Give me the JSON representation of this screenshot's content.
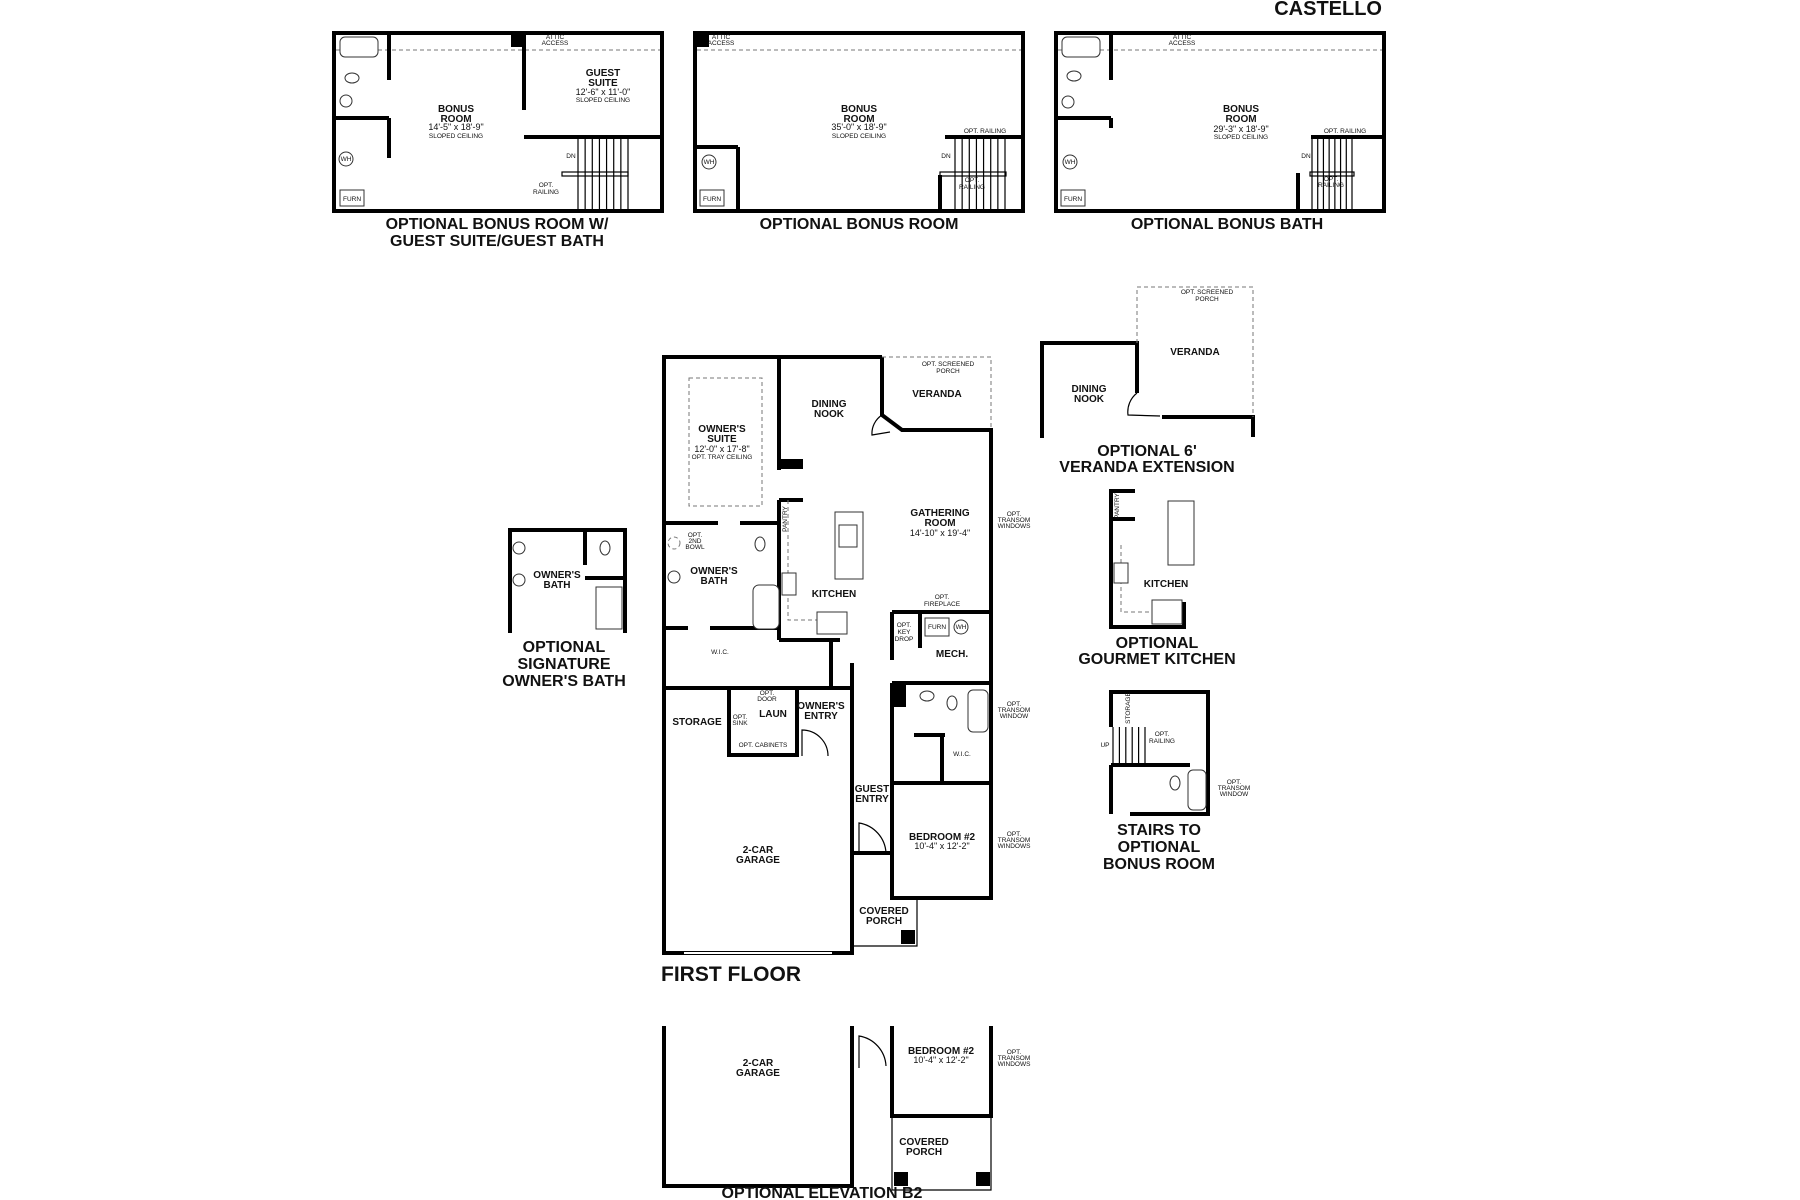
{
  "title": "CASTELLO",
  "bonus_guest": {
    "caption": [
      "OPTIONAL BONUS ROOM W/",
      "GUEST SUITE/GUEST BATH"
    ],
    "bonus": [
      "BONUS",
      "ROOM"
    ],
    "bonus_dims": "14'-5\" x 18'-9\"",
    "bonus_note": "SLOPED CEILING",
    "guest": [
      "GUEST",
      "SUITE"
    ],
    "guest_dims": "12'-6\" x 11'-0\"",
    "guest_note": "SLOPED CEILING",
    "attic": [
      "ATTIC",
      "ACCESS"
    ],
    "dn": "DN",
    "railing": [
      "OPT.",
      "RAILING"
    ],
    "wh": "WH",
    "furn": "FURN"
  },
  "bonus_room": {
    "caption": "OPTIONAL BONUS ROOM",
    "bonus": [
      "BONUS",
      "ROOM"
    ],
    "bonus_dims": "35'-0\" x 18'-9\"",
    "bonus_note": "SLOPED CEILING",
    "attic": [
      "ATTIC",
      "ACCESS"
    ],
    "railing_top": "OPT. RAILING",
    "dn": "DN",
    "railing": [
      "OPT.",
      "RAILING"
    ],
    "wh": "WH",
    "furn": "FURN"
  },
  "bonus_bath": {
    "caption": "OPTIONAL BONUS BATH",
    "bonus": [
      "BONUS",
      "ROOM"
    ],
    "bonus_dims": "29'-3\" x 18'-9\"",
    "bonus_note": "SLOPED CEILING",
    "attic": [
      "ATTIC",
      "ACCESS"
    ],
    "railing_top": "OPT. RAILING",
    "dn": "DN",
    "railing": [
      "OPT.",
      "RAILING"
    ],
    "wh": "WH",
    "furn": "FURN"
  },
  "first_floor": {
    "label": "FIRST FLOOR",
    "owners_suite": [
      "OWNER'S",
      "SUITE"
    ],
    "owners_suite_dims": "12'-0\" x 17'-8\"",
    "owners_suite_note": "OPT. TRAY CEILING",
    "dining": [
      "DINING",
      "NOOK"
    ],
    "veranda": "VERANDA",
    "screened": [
      "OPT. SCREENED",
      "PORCH"
    ],
    "gathering": [
      "GATHERING",
      "ROOM"
    ],
    "gathering_dims": "14'-10\" x 19'-4\"",
    "transom_windows": [
      "OPT.",
      "TRANSOM",
      "WINDOWS"
    ],
    "pantry": "PANTRY",
    "second_bowl": [
      "OPT.",
      "2ND",
      "BOWL"
    ],
    "owners_bath": [
      "OWNER'S",
      "BATH"
    ],
    "kitchen": "KITCHEN",
    "fireplace": [
      "OPT.",
      "FIREPLACE"
    ],
    "key_drop": [
      "OPT.",
      "KEY",
      "DROP"
    ],
    "furn": "FURN",
    "wh": "WH",
    "mech": "MECH.",
    "wic": "W.I.C.",
    "opt_door": [
      "OPT.",
      "DOOR"
    ],
    "laun": "LAUN",
    "owners_entry": [
      "OWNER'S",
      "ENTRY"
    ],
    "storage": "STORAGE",
    "opt_sink": [
      "OPT.",
      "SINK"
    ],
    "opt_cabinets": "OPT. CABINETS",
    "transom_window": [
      "OPT.",
      "TRANSOM",
      "WINDOW"
    ],
    "wic2": "W.I.C.",
    "guest_entry": [
      "GUEST",
      "ENTRY"
    ],
    "bedroom2": "BEDROOM #2",
    "bedroom2_dims": "10'-4\" x 12'-2\"",
    "transom_windows2": [
      "OPT.",
      "TRANSOM",
      "WINDOWS"
    ],
    "garage": [
      "2-CAR",
      "GARAGE"
    ],
    "covered_porch": [
      "COVERED",
      "PORCH"
    ]
  },
  "signature_bath": {
    "caption": [
      "OPTIONAL",
      "SIGNATURE",
      "OWNER'S BATH"
    ],
    "owners_bath": [
      "OWNER'S",
      "BATH"
    ]
  },
  "veranda_ext": {
    "caption": [
      "OPTIONAL 6'",
      "VERANDA EXTENSION"
    ],
    "screened": [
      "OPT. SCREENED",
      "PORCH"
    ],
    "veranda": "VERANDA",
    "dining": [
      "DINING",
      "NOOK"
    ]
  },
  "gourmet_kitchen": {
    "caption": [
      "OPTIONAL",
      "GOURMET KITCHEN"
    ],
    "pantry": "PANTRY",
    "kitchen": "KITCHEN"
  },
  "stairs_option": {
    "caption": [
      "STAIRS TO",
      "OPTIONAL",
      "BONUS ROOM"
    ],
    "storage": "STORAGE",
    "railing": [
      "OPT.",
      "RAILING"
    ],
    "up": "UP",
    "transom": [
      "OPT.",
      "TRANSOM",
      "WINDOW"
    ]
  },
  "elevation_b2": {
    "caption": "OPTIONAL ELEVATION B2",
    "garage": [
      "2-CAR",
      "GARAGE"
    ],
    "bedroom2": "BEDROOM #2",
    "bedroom2_dims": "10'-4\" x 12'-2\"",
    "transom_windows": [
      "OPT.",
      "TRANSOM",
      "WINDOWS"
    ],
    "covered_porch": [
      "COVERED",
      "PORCH"
    ]
  }
}
